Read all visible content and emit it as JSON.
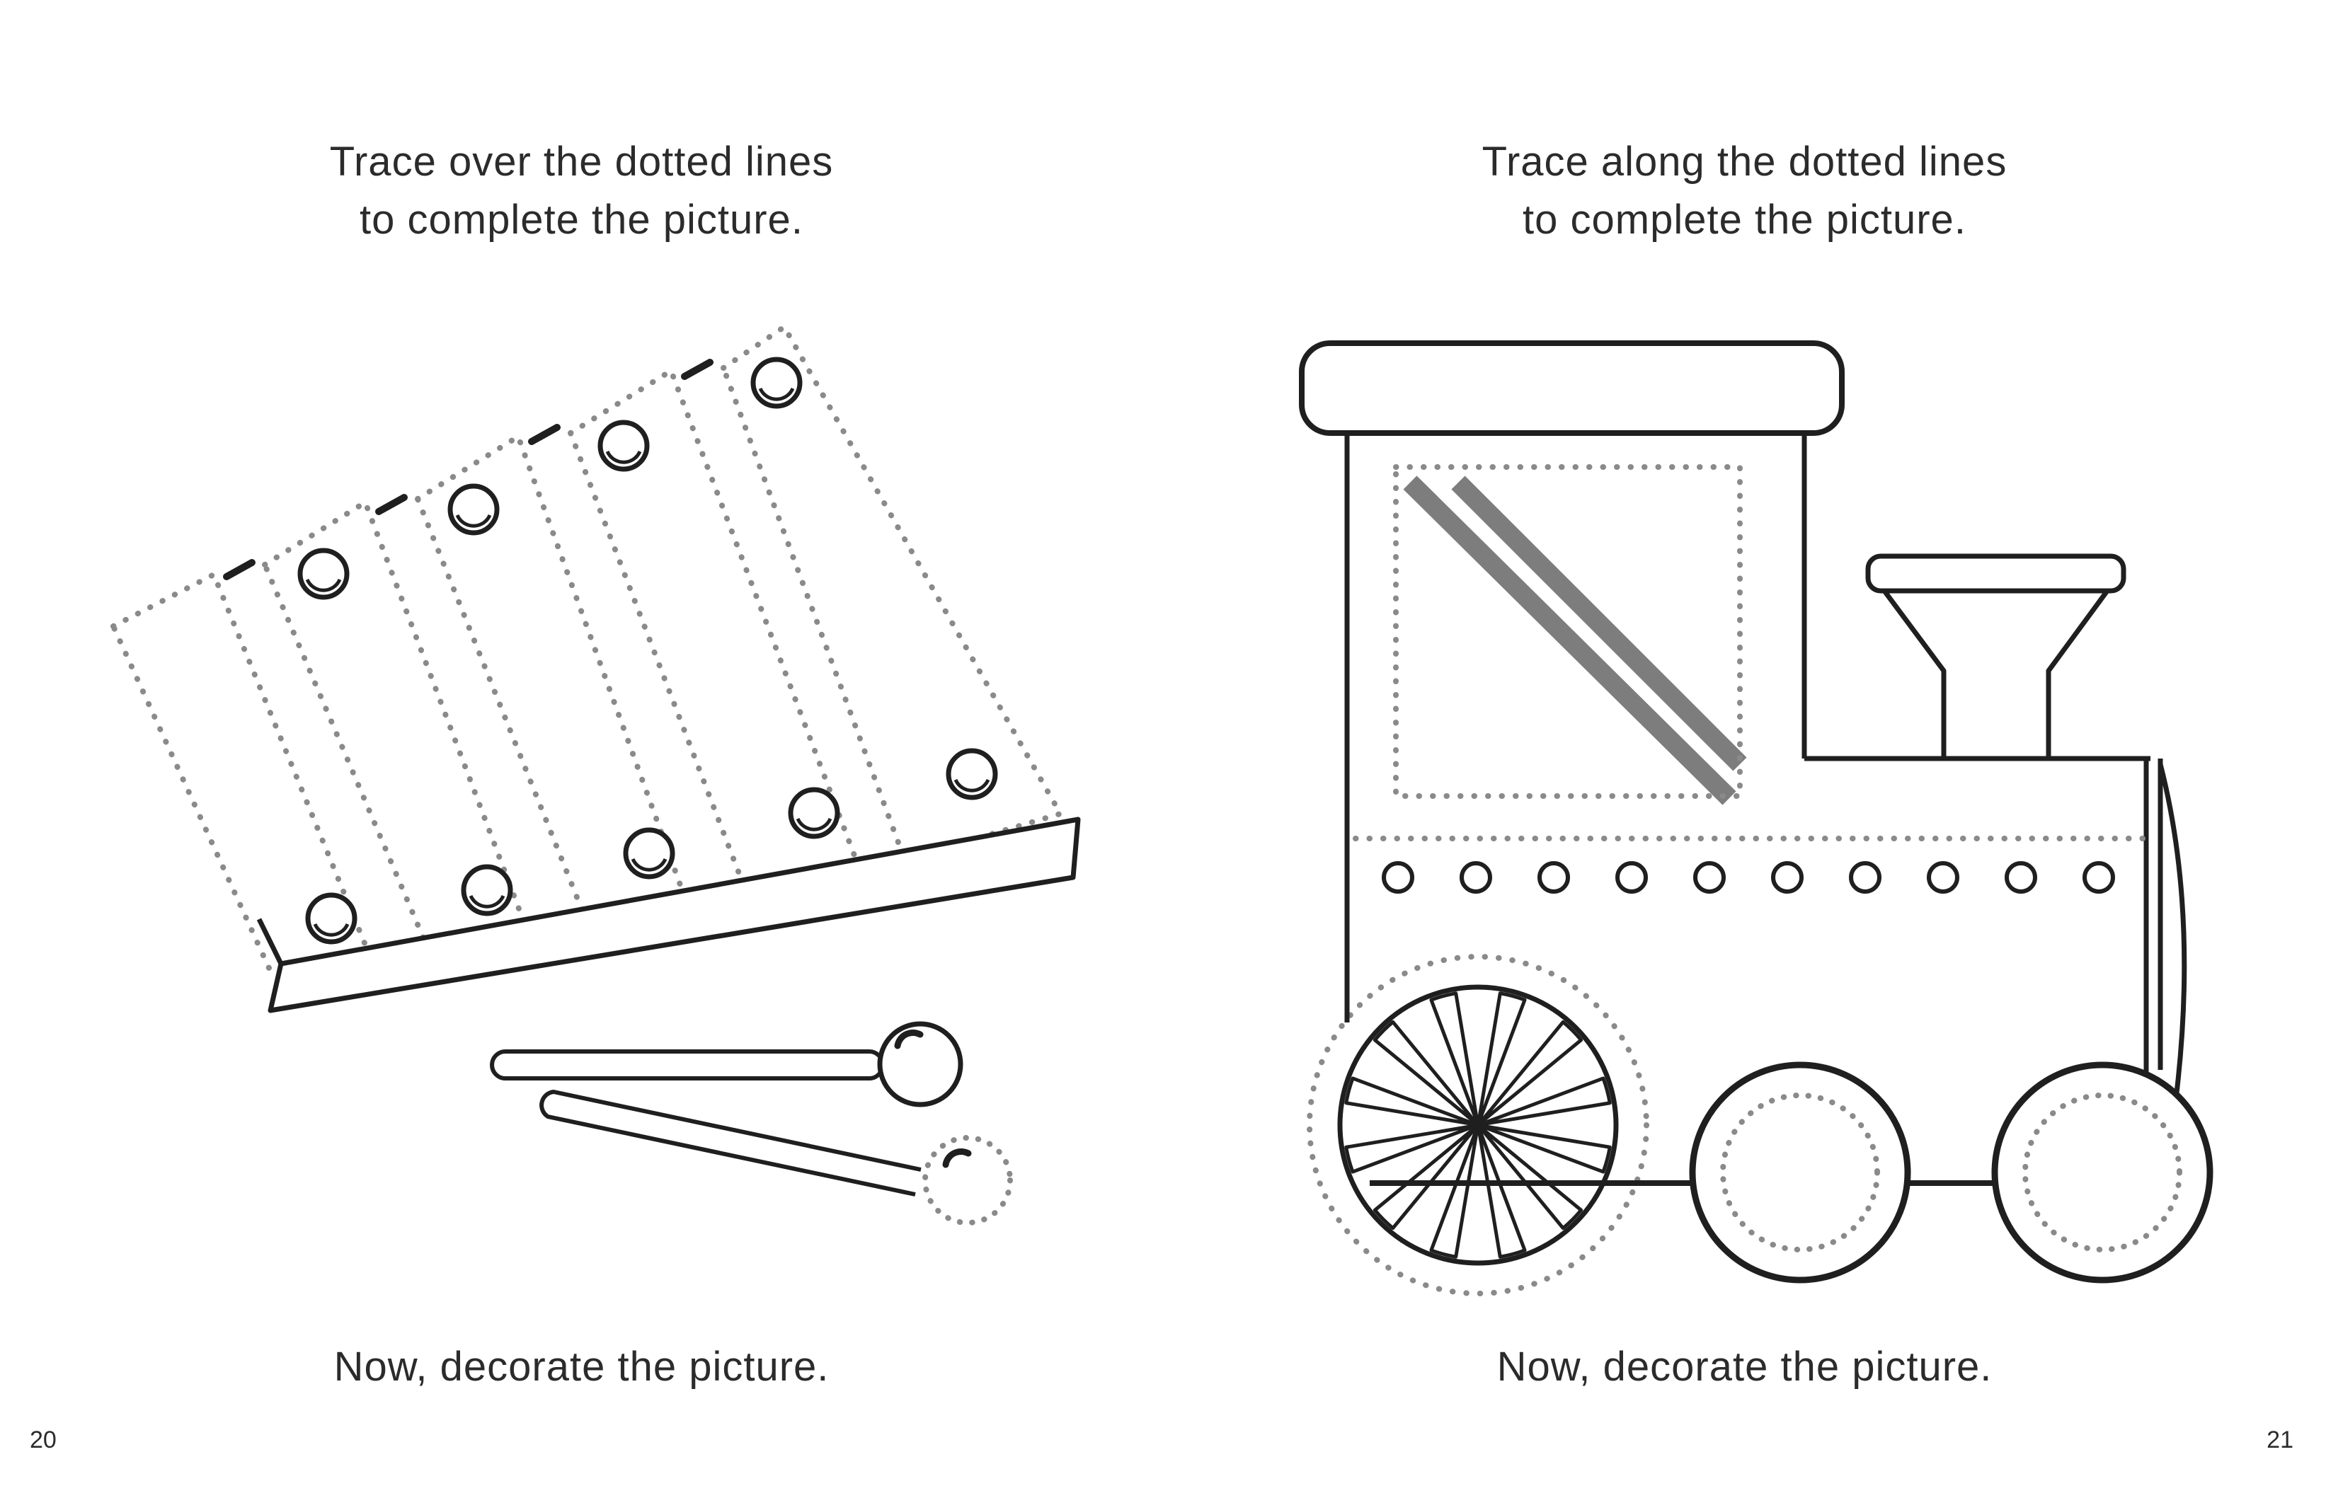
{
  "pages": {
    "left": {
      "page_number": "20",
      "header_line1": "Trace over the dotted lines",
      "header_line2": "to complete the picture.",
      "caption": "Now, decorate the picture.",
      "figure": "xylophone-with-mallets"
    },
    "right": {
      "page_number": "21",
      "header_line1": "Trace along the dotted lines",
      "header_line2": "to complete the picture.",
      "caption": "Now, decorate the picture.",
      "figure": "steam-locomotive"
    }
  },
  "icons": {
    "left_figure": "xylophone-icon",
    "right_figure": "steam-train-icon"
  },
  "colors": {
    "ink": "#1f1f1f",
    "dots": "#8a8a8a",
    "stripe": "#7d7d7d",
    "paper": "#ffffff",
    "text": "#2b2b2b"
  }
}
